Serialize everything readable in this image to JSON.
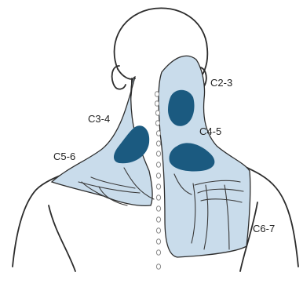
{
  "labels": {
    "c2_3": "C2-3",
    "c3_4": "C3-4",
    "c4_5": "C4-5",
    "c5_6": "C5-6",
    "c6_7": "C6-7"
  },
  "colors": {
    "referral_zone": "#c9dceb",
    "core_zone": "#1b5a80",
    "outline": "#2c2c2c"
  }
}
